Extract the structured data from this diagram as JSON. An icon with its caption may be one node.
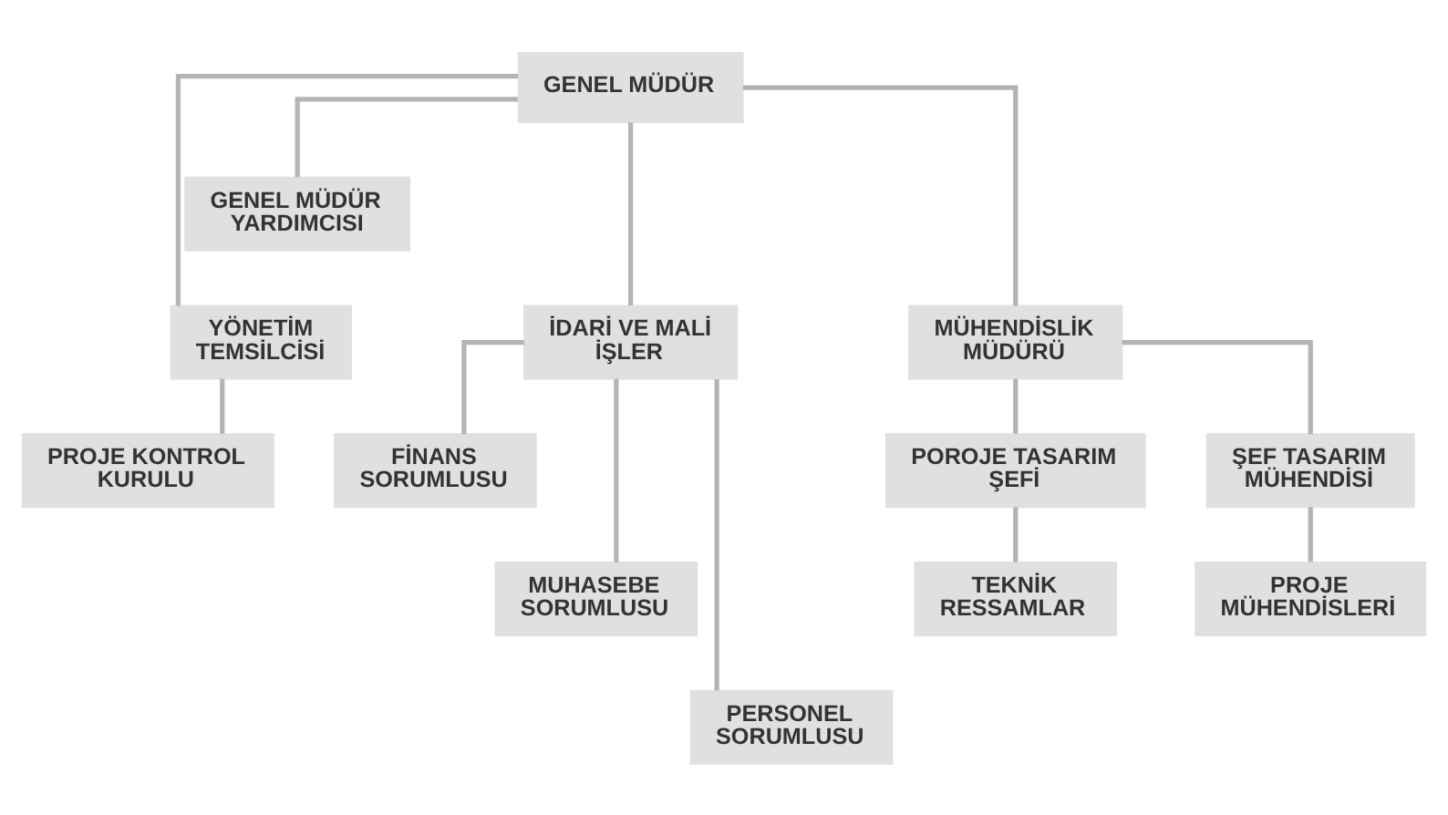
{
  "diagram": {
    "nodes": [
      {
        "text": [
          "GENEL MÜDÜR"
        ]
      },
      {
        "text": [
          "GENEL MÜDÜR YARDIMCISI"
        ]
      },
      {
        "text": [
          "YÖNETİM TEMSİLCİSİ"
        ]
      },
      {
        "text": [
          "PROJE KONTROL KURULU"
        ]
      },
      {
        "text": [
          "İDARİ VE MALİ İŞLER"
        ]
      },
      {
        "text": [
          "FİNANS SORUMLUSU"
        ]
      },
      {
        "text": [
          "MUHASEBE SORUMLUSU"
        ]
      },
      {
        "text": [
          "PERSONEL SORUMLUSU"
        ]
      },
      {
        "text": [
          "MÜHENDİSLİK MÜDÜRÜ"
        ]
      },
      {
        "text": [
          "POROJE TASARIM ŞEFİ"
        ]
      },
      {
        "text": [
          "TEKNİK RESSAMLAR"
        ]
      },
      {
        "text": [
          "ŞEF TASARIM MÜHENDİSİ"
        ]
      },
      {
        "text": [
          "PROJE MÜHENDİSLERİ"
        ]
      }
    ],
    "edges": [
      {
        "from": 0,
        "to": 1,
        "arrow": "none"
      },
      {
        "from": 0,
        "to": 2,
        "arrow": "none"
      },
      {
        "from": 0,
        "to": 4,
        "arrow": "none"
      },
      {
        "from": 0,
        "to": 8,
        "arrow": "none"
      },
      {
        "from": 2,
        "to": 3,
        "arrow": "none"
      },
      {
        "from": 4,
        "to": 5,
        "arrow": "none"
      },
      {
        "from": 4,
        "to": 6,
        "arrow": "none"
      },
      {
        "from": 4,
        "to": 7,
        "arrow": "none"
      },
      {
        "from": 8,
        "to": 9,
        "arrow": "none"
      },
      {
        "from": 8,
        "to": 11,
        "arrow": "none"
      },
      {
        "from": 9,
        "to": 10,
        "arrow": "none"
      },
      {
        "from": 11,
        "to": 12,
        "arrow": "none"
      }
    ]
  }
}
